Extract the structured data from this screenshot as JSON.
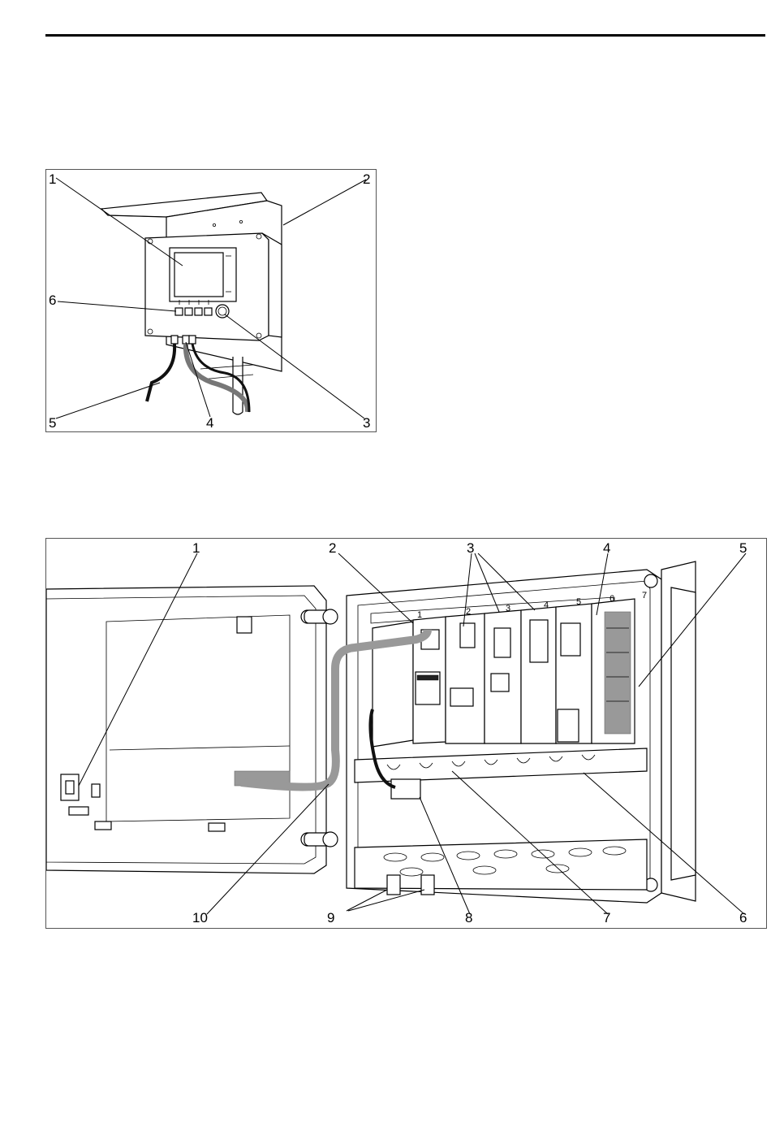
{
  "figure_top": {
    "callouts": [
      {
        "id": "1",
        "text": "1"
      },
      {
        "id": "2",
        "text": "2"
      },
      {
        "id": "3",
        "text": "3"
      },
      {
        "id": "4",
        "text": "4"
      },
      {
        "id": "5",
        "text": "5"
      },
      {
        "id": "6",
        "text": "6"
      }
    ],
    "device_buttons": [
      "",
      "",
      "",
      ""
    ]
  },
  "figure_bottom": {
    "callouts": [
      {
        "id": "1",
        "text": "1"
      },
      {
        "id": "2",
        "text": "2"
      },
      {
        "id": "3",
        "text": "3"
      },
      {
        "id": "4",
        "text": "4"
      },
      {
        "id": "5",
        "text": "5"
      },
      {
        "id": "6",
        "text": "6"
      },
      {
        "id": "7",
        "text": "7"
      },
      {
        "id": "8",
        "text": "8"
      },
      {
        "id": "9",
        "text": "9"
      },
      {
        "id": "10",
        "text": "10"
      }
    ],
    "slot_numbers": [
      "1",
      "2",
      "3",
      "4",
      "5",
      "6",
      "7"
    ]
  }
}
